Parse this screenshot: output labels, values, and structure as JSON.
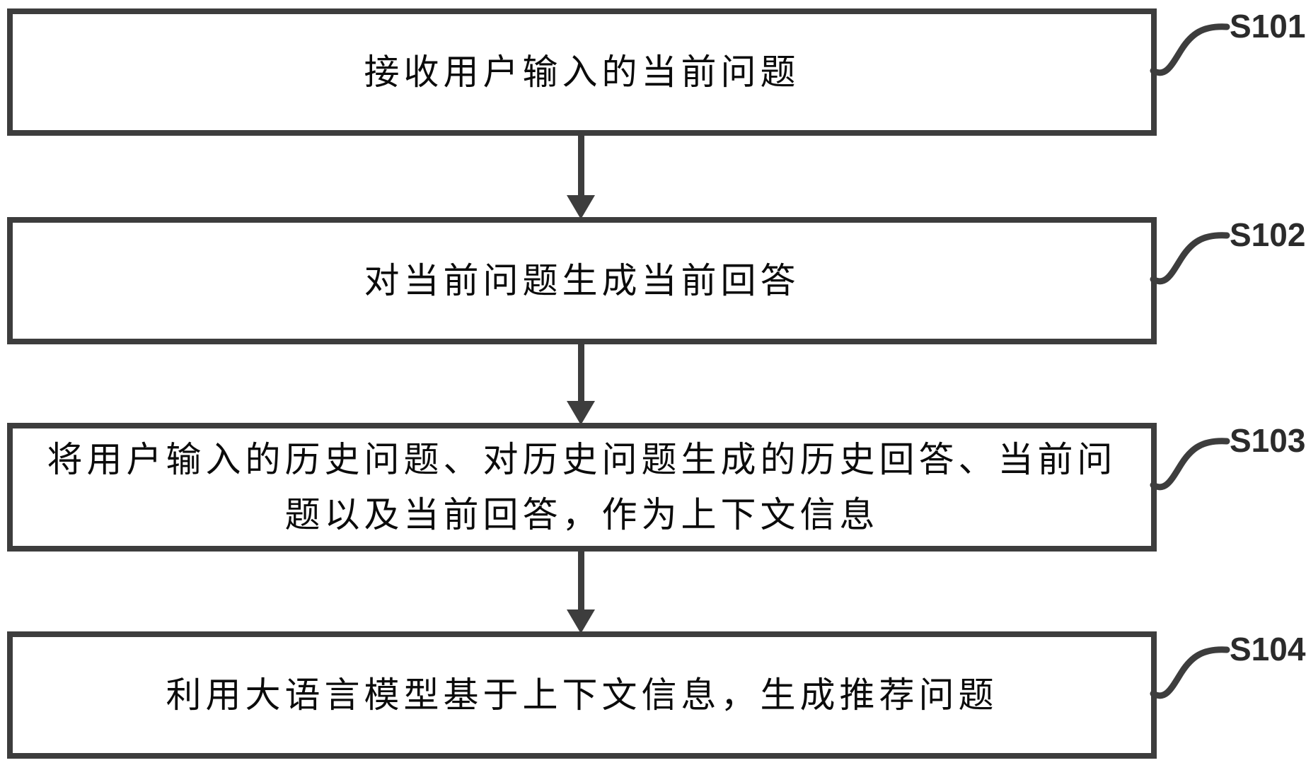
{
  "figure": {
    "type": "flowchart",
    "steps": [
      {
        "label": "S101",
        "lines": [
          "接收用户输入的当前问题"
        ]
      },
      {
        "label": "S102",
        "lines": [
          "对当前问题生成当前回答"
        ]
      },
      {
        "label": "S103",
        "lines": [
          "将用户输入的历史问题、对历史问题生成的历史回答、当前问",
          "题以及当前回答，作为上下文信息"
        ]
      },
      {
        "label": "S104",
        "lines": [
          "利用大语言模型基于上下文信息，生成推荐问题"
        ]
      }
    ],
    "colors": {
      "stroke": "#3d3d3d",
      "text": "#0b0b0b",
      "background": "#ffffff"
    }
  }
}
